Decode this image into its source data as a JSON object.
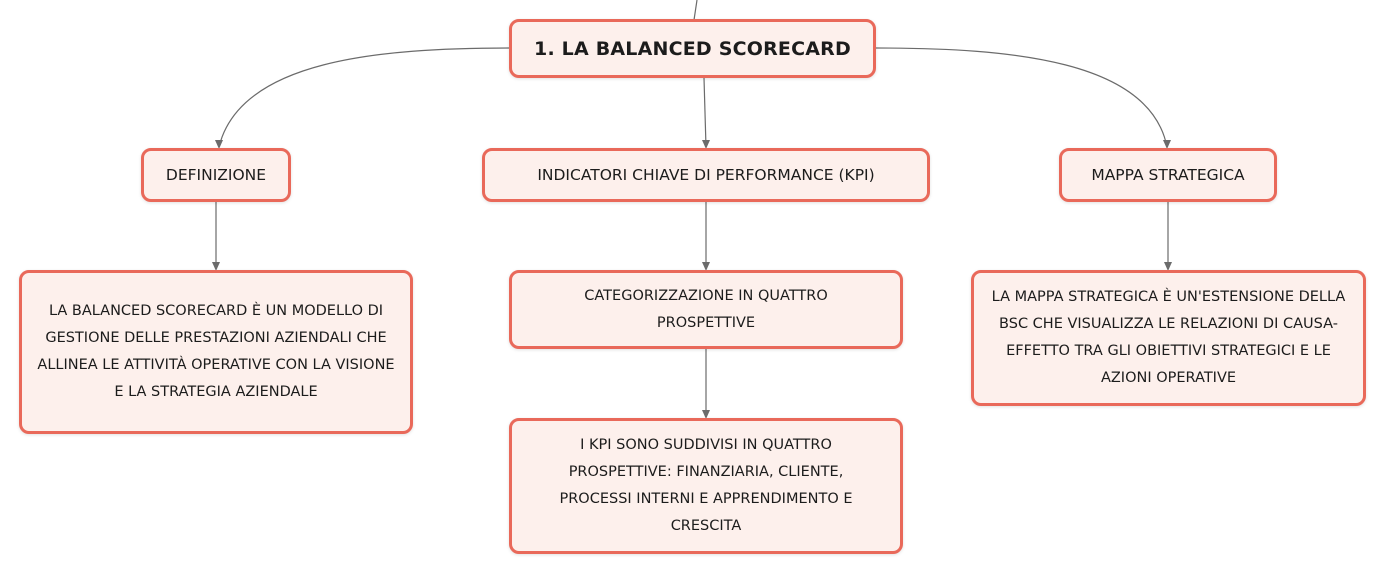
{
  "map": {
    "root": {
      "label": "1. LA BALANCED SCORECARD"
    },
    "branches": [
      {
        "label": "DEFINIZIONE",
        "children": [
          {
            "label": "LA BALANCED SCORECARD È UN MODELLO DI GESTIONE DELLE PRESTAZIONI AZIENDALI CHE ALLINEA LE ATTIVITÀ OPERATIVE CON LA VISIONE E LA STRATEGIA AZIENDALE"
          }
        ]
      },
      {
        "label": "INDICATORI CHIAVE DI PERFORMANCE (KPI)",
        "children": [
          {
            "label": "CATEGORIZZAZIONE IN QUATTRO PROSPETTIVE"
          },
          {
            "label": "I KPI SONO SUDDIVISI IN QUATTRO PROSPETTIVE: FINANZIARIA, CLIENTE, PROCESSI INTERNI E APPRENDIMENTO E CRESCITA"
          }
        ]
      },
      {
        "label": "MAPPA STRATEGICA",
        "children": [
          {
            "label": "LA MAPPA STRATEGICA È UN'ESTENSIONE DELLA BSC CHE VISUALIZZA LE RELAZIONI DI CAUSA-EFFETTO TRA GLI OBIETTIVI STRATEGICI E LE AZIONI OPERATIVE"
          }
        ]
      }
    ],
    "colors": {
      "node_fill": "#fdf0ec",
      "node_border": "#e9695a",
      "link": "#6b6b6b",
      "text": "#1c1c1c"
    }
  }
}
